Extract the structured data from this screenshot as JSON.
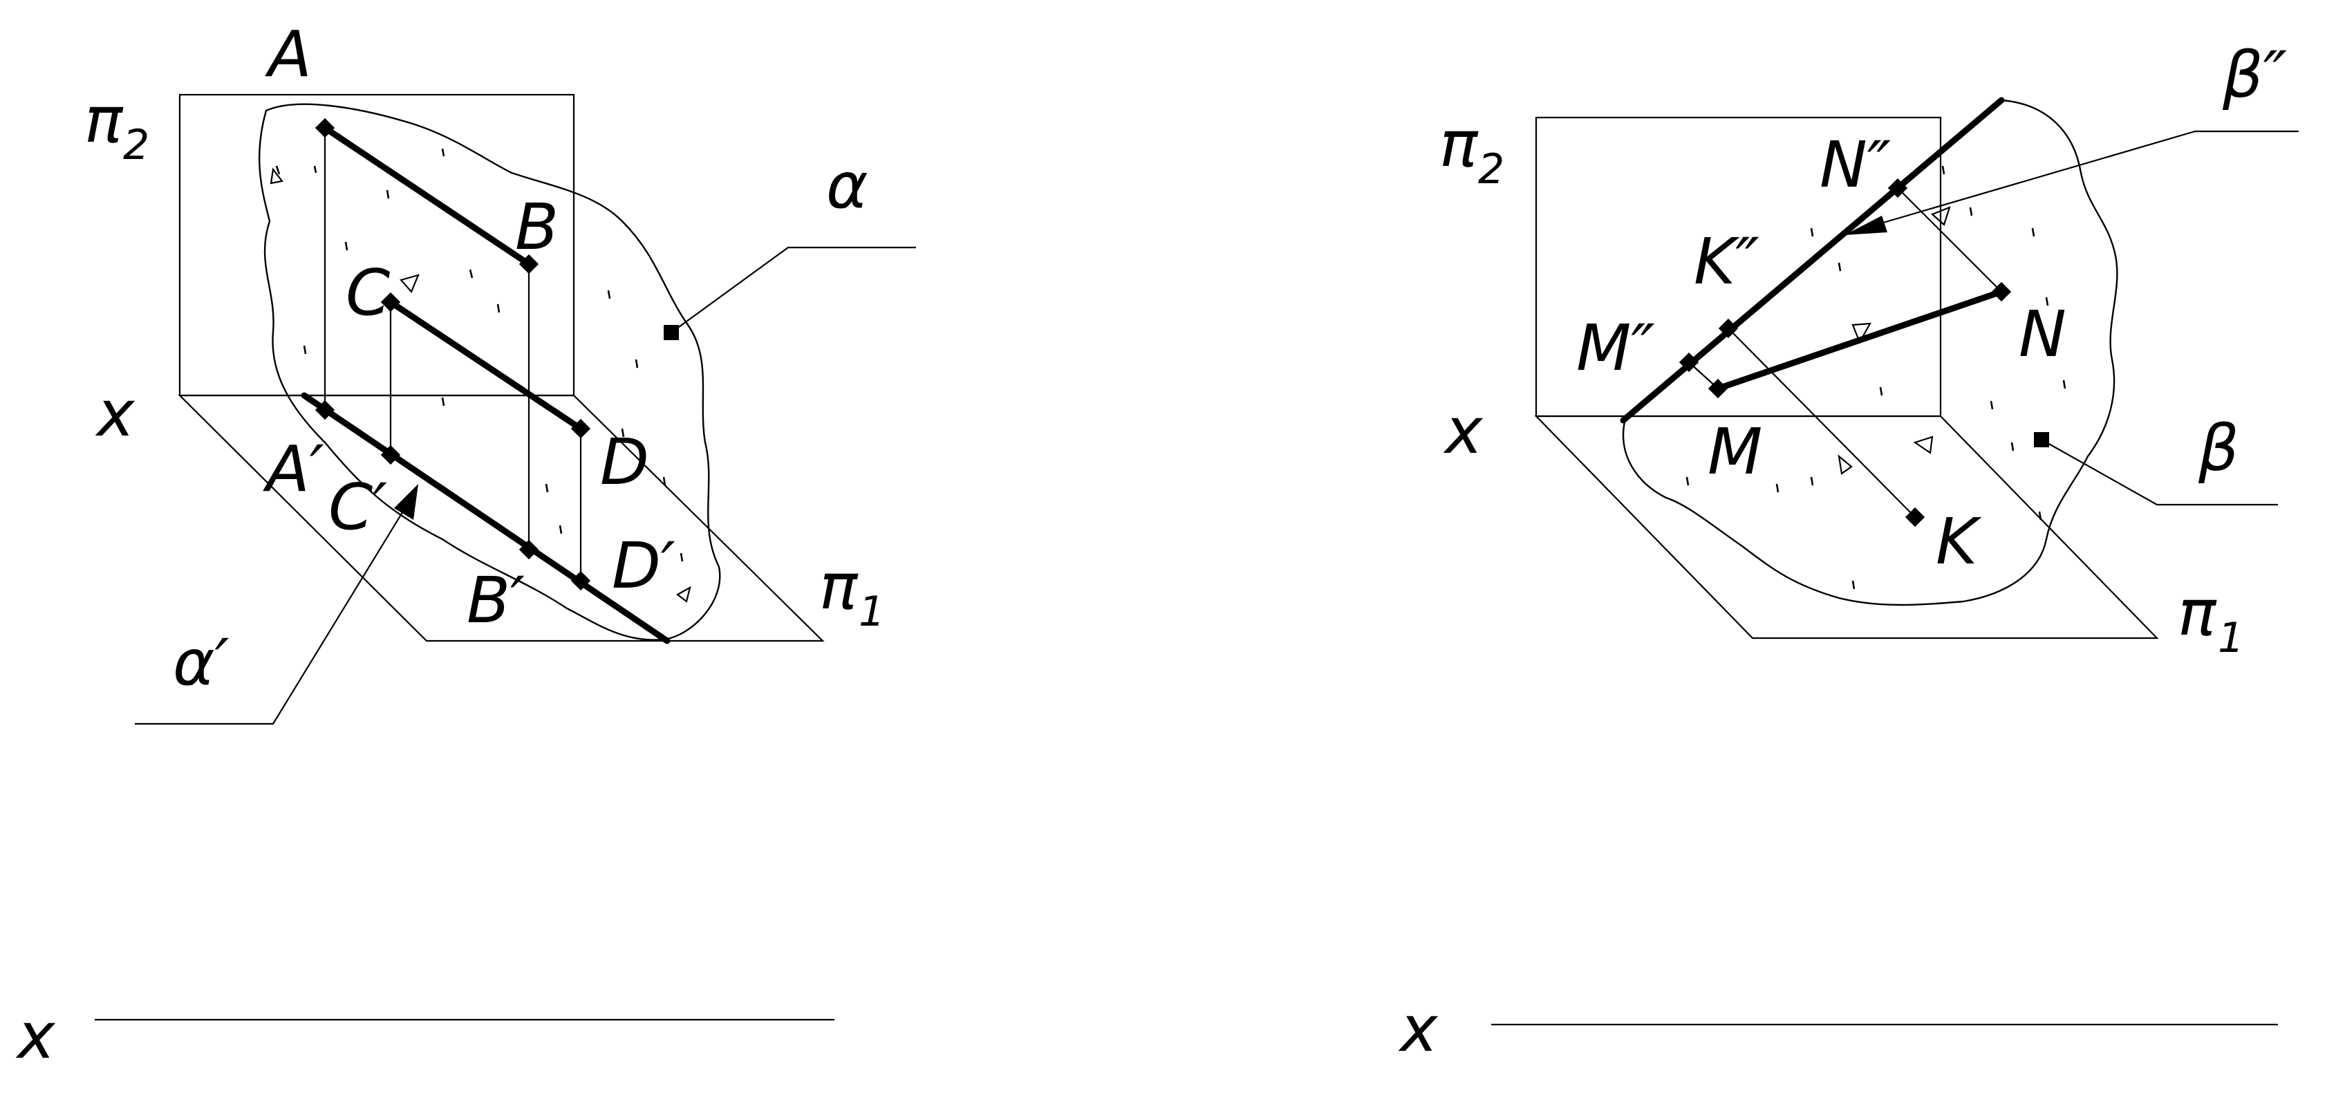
{
  "left_figure": {
    "labels": {
      "pi2": "π",
      "pi2_sub": "2",
      "pi1": "π",
      "pi1_sub": "1",
      "x_axis": "x",
      "plane_top": "A",
      "A": "A",
      "B": "B",
      "C": "C",
      "D": "D",
      "A_prime": "A′",
      "B_prime": "B′",
      "C_prime": "C′",
      "D_prime": "D′",
      "alpha": "α",
      "alpha_prime": "α′"
    }
  },
  "right_figure": {
    "labels": {
      "pi2": "π",
      "pi2_sub": "2",
      "pi1": "π",
      "pi1_sub": "1",
      "x_axis": "x",
      "M_dprime": "M″",
      "K_dprime": "K″",
      "N_dprime": "N″",
      "M": "M",
      "N": "N",
      "K": "K",
      "beta": "β",
      "beta_dprime": "β″"
    }
  },
  "bottom_axes": {
    "left_x": "x",
    "right_x": "x"
  }
}
